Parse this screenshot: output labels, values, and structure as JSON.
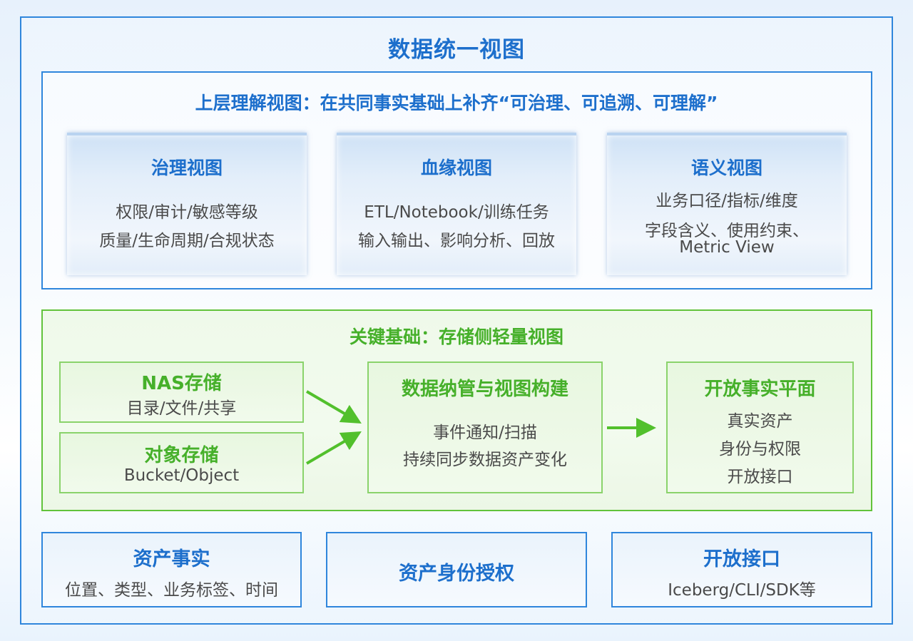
{
  "title": "数据统一视图",
  "upper": {
    "title": "上层理解视图：在共同事实基础上补齐“可治理、可追溯、可理解”",
    "cards": [
      {
        "title": "治理视图",
        "lines": [
          "权限/审计/敏感等级",
          "质量/生命周期/合规状态"
        ]
      },
      {
        "title": "血缘视图",
        "lines": [
          "ETL/Notebook/训练任务",
          "输入输出、影响分析、回放"
        ]
      },
      {
        "title": "语义视图",
        "lines": [
          "业务口径/指标/维度",
          "字段含义、使用约束、",
          "Metric View"
        ]
      }
    ]
  },
  "foundation": {
    "title": "关键基础：存储侧轻量视图",
    "sources": [
      {
        "title": "NAS存储",
        "line": "目录/文件/共享"
      },
      {
        "title": "对象存储",
        "line": "Bucket/Object"
      }
    ],
    "center": {
      "title": "数据纳管与视图构建",
      "lines": [
        "事件通知/扫描",
        "持续同步数据资产变化"
      ]
    },
    "target": {
      "title": "开放事实平面",
      "lines": [
        "真实资产",
        "身份与权限",
        "开放接口"
      ]
    }
  },
  "bottom": [
    {
      "title": "资产事实",
      "line": "位置、类型、业务标签、时间"
    },
    {
      "title": "资产身份授权",
      "line": ""
    },
    {
      "title": "开放接口",
      "line": "Iceberg/CLI/SDK等"
    }
  ],
  "colors": {
    "blue": "#1d6fcc",
    "border_blue": "#2f86dc",
    "green": "#46b02a",
    "border_green": "#62c33b",
    "text": "#4a4a4a"
  }
}
